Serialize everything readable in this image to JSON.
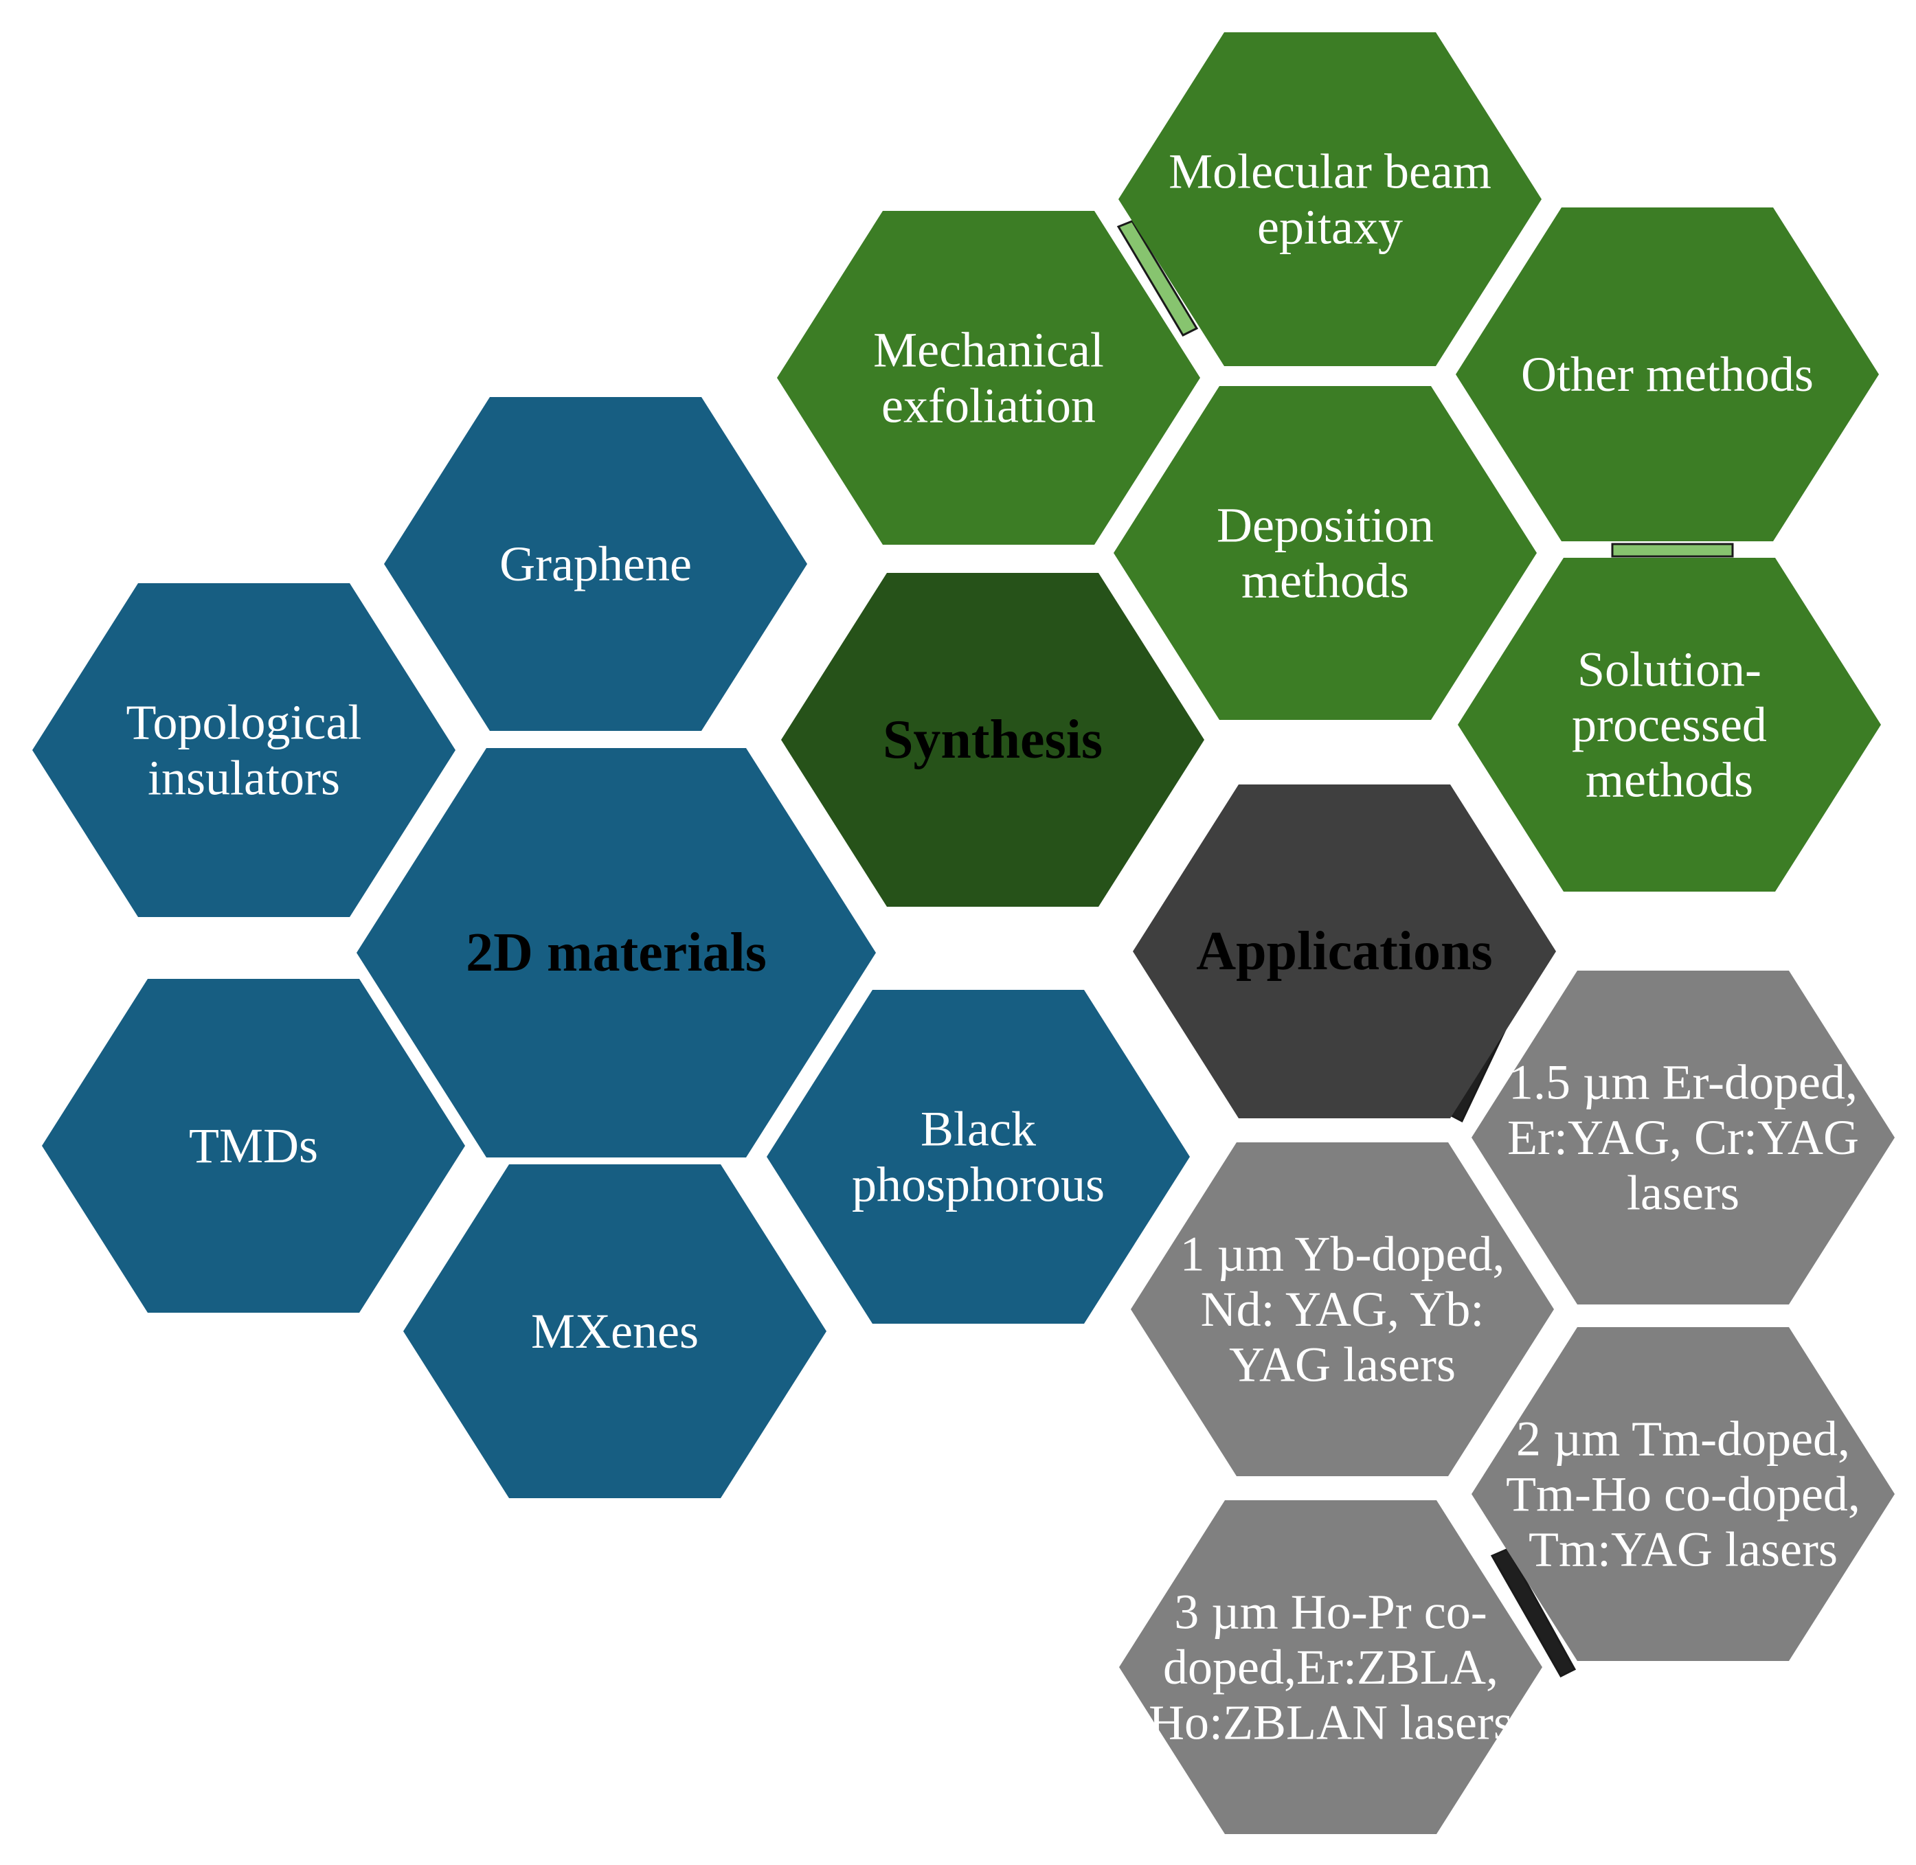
{
  "colors": {
    "materials": "#175e82",
    "synthesis_hub": "#265219",
    "synthesis": "#3c7d25",
    "applications_hub": "#3f3f3f",
    "applications": "#808080",
    "connector_green": "#87c46f",
    "connector_dark": "#1f1f1f"
  },
  "groups": {
    "materials": {
      "hub": {
        "id": "materials-hub",
        "lines": [
          "2D materials"
        ]
      },
      "items": [
        {
          "id": "graphene",
          "lines": [
            "Graphene"
          ]
        },
        {
          "id": "topological-insulators",
          "lines": [
            "Topological",
            "insulators"
          ]
        },
        {
          "id": "tmds",
          "lines": [
            "TMDs"
          ]
        },
        {
          "id": "mxenes",
          "lines": [
            "MXenes"
          ]
        },
        {
          "id": "black-phosphorous",
          "lines": [
            "Black",
            "phosphorous"
          ]
        }
      ]
    },
    "synthesis": {
      "hub": {
        "id": "synthesis-hub",
        "lines": [
          "Synthesis"
        ]
      },
      "items": [
        {
          "id": "mechanical-exfoliation",
          "lines": [
            "Mechanical",
            "exfoliation"
          ]
        },
        {
          "id": "molecular-beam-epitaxy",
          "lines": [
            "Molecular beam",
            "epitaxy"
          ]
        },
        {
          "id": "other-methods",
          "lines": [
            "Other methods"
          ]
        },
        {
          "id": "deposition-methods",
          "lines": [
            "Deposition",
            "methods"
          ]
        },
        {
          "id": "solution-processed-methods",
          "lines": [
            "Solution-",
            "processed",
            "methods"
          ]
        }
      ]
    },
    "applications": {
      "hub": {
        "id": "applications-hub",
        "lines": [
          "Applications"
        ]
      },
      "items": [
        {
          "id": "er-doped-lasers",
          "lines": [
            "1.5 µm Er-doped,",
            "Er:YAG, Cr:YAG",
            "lasers"
          ]
        },
        {
          "id": "yb-doped-lasers",
          "lines": [
            "1 µm Yb-doped,",
            "Nd: YAG, Yb:",
            "YAG lasers"
          ]
        },
        {
          "id": "tm-doped-lasers",
          "lines": [
            "2 µm Tm-doped,",
            "Tm-Ho co-doped,",
            "Tm:YAG lasers"
          ]
        },
        {
          "id": "ho-pr-lasers",
          "lines": [
            "3 µm Ho-Pr co-",
            "doped,Er:ZBLA,",
            "Ho:ZBLAN lasers"
          ]
        }
      ]
    }
  }
}
